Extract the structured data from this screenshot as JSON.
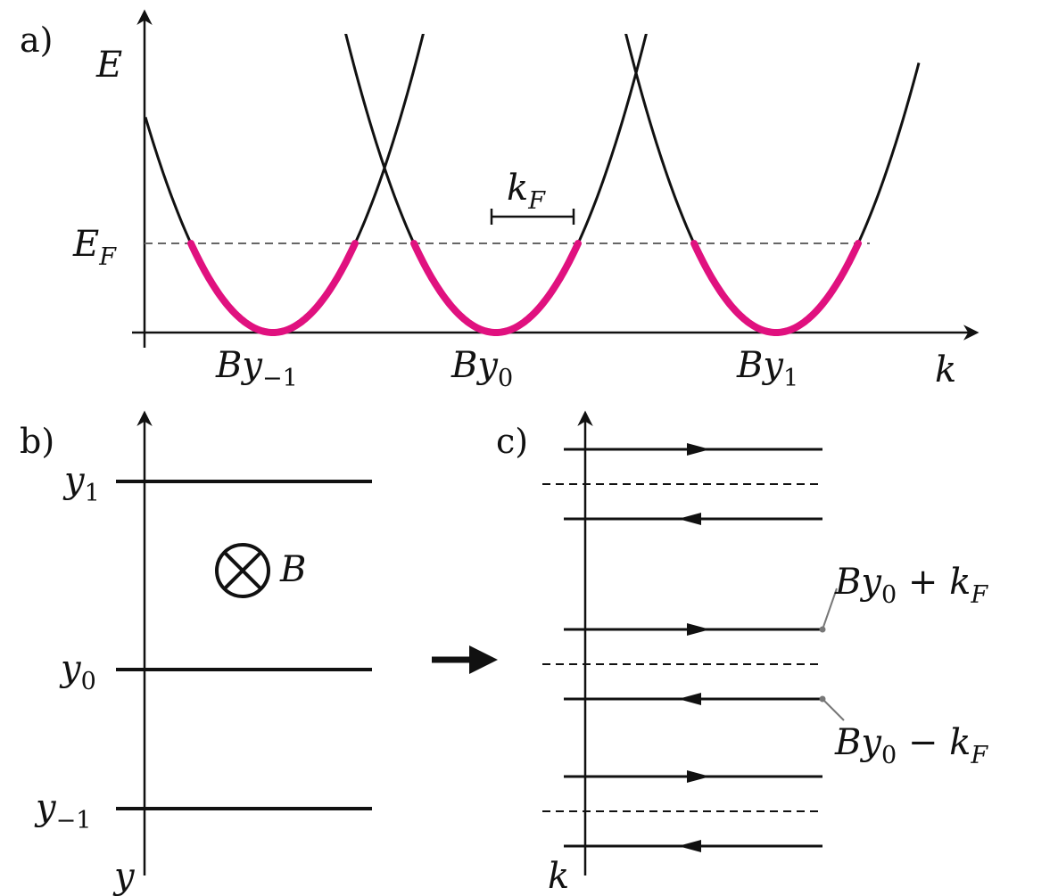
{
  "panel_a": {
    "label": "a)",
    "y_axis_label": "E",
    "x_axis_label": "k",
    "fermi_label_main": "E",
    "fermi_label_sub": "F",
    "kf_label_main": "k",
    "kf_label_sub": "F",
    "centers": [
      {
        "main": "By",
        "sub": "−1"
      },
      {
        "main": "By",
        "sub": "0"
      },
      {
        "main": "By",
        "sub": "1"
      }
    ],
    "fill_color": "#e0117f"
  },
  "panel_b": {
    "label": "b)",
    "axis_label": "y",
    "lines": [
      {
        "main": "y",
        "sub": "1"
      },
      {
        "main": "y",
        "sub": "0"
      },
      {
        "main": "y",
        "sub": "−1"
      }
    ],
    "field_label": "B"
  },
  "panel_c": {
    "label": "c)",
    "axis_label": "k",
    "upper_annotation": {
      "main": "By",
      "sub": "0",
      "rest": " + k",
      "sub2": "F"
    },
    "lower_annotation": {
      "main": "By",
      "sub": "0",
      "rest": " − k",
      "sub2": "F"
    }
  }
}
